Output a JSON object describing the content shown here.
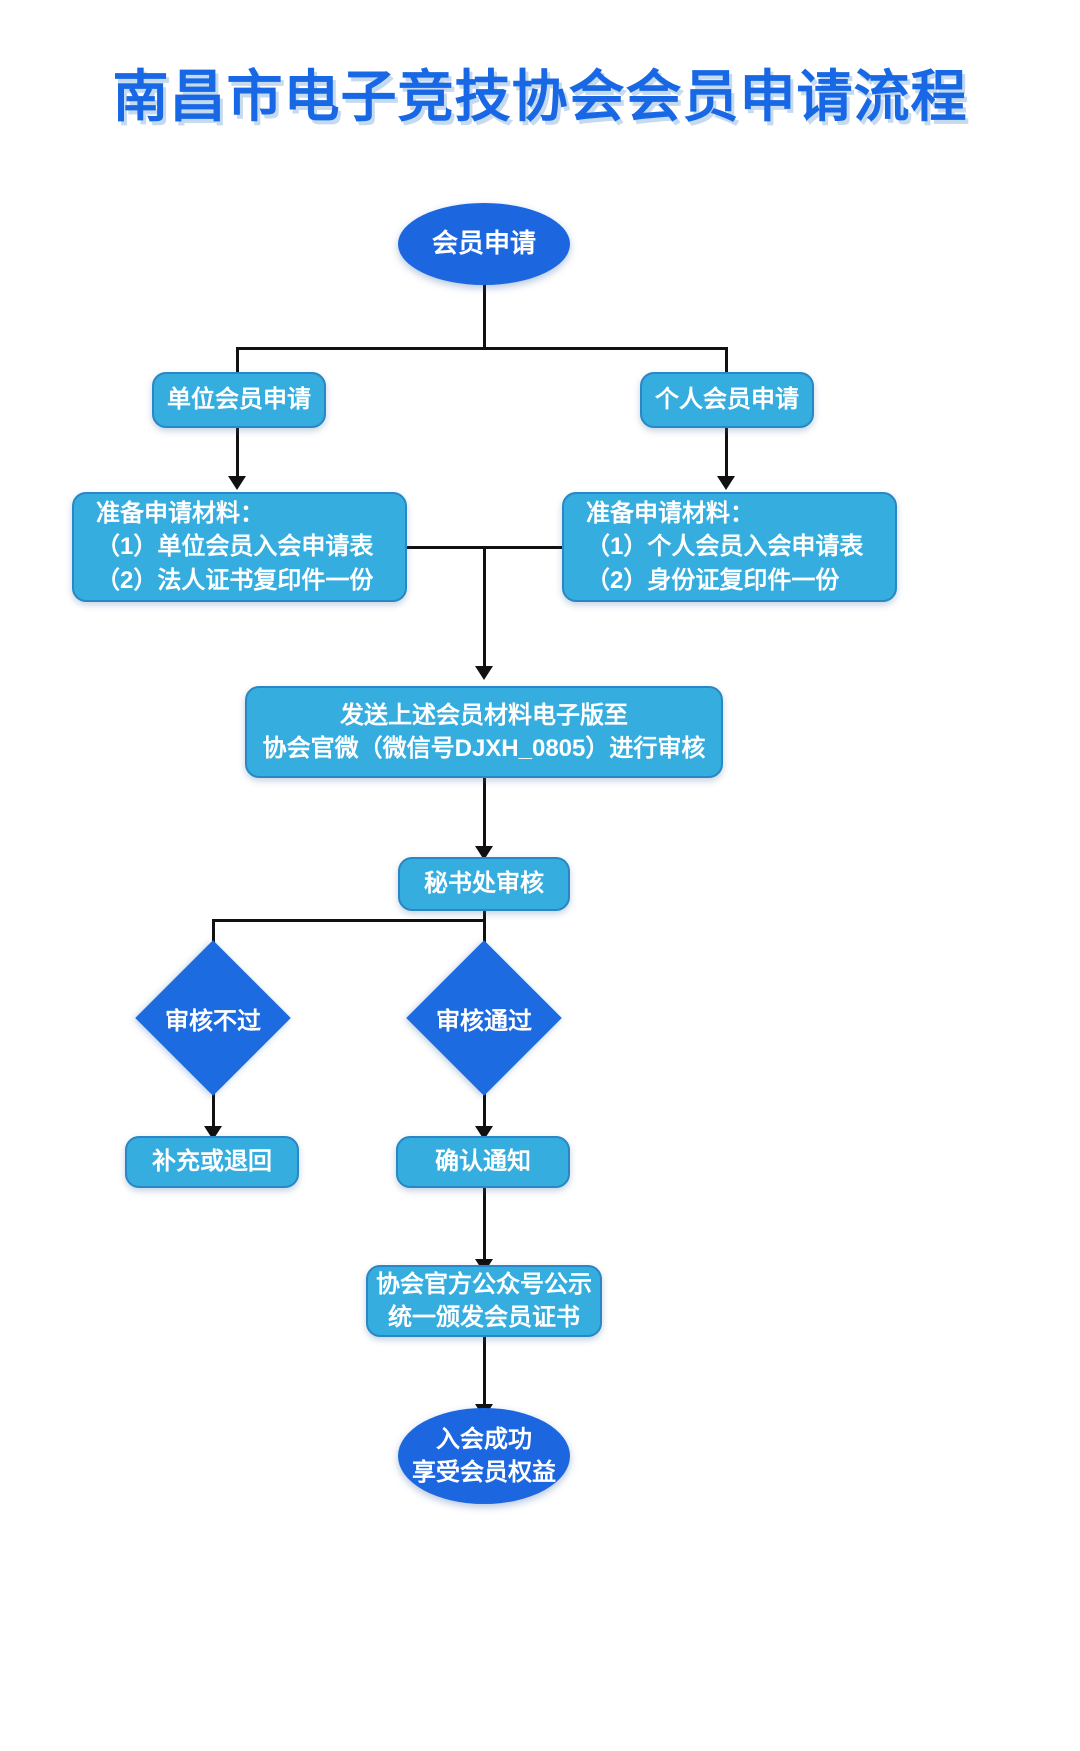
{
  "page": {
    "title": "南昌市电子竞技协会会员申请流程",
    "accent_dark": "#1C66DF",
    "accent_light": "#35ADDF",
    "background": "#FFFFFF",
    "line_color": "#111111",
    "text_color": "#FFFFFF"
  },
  "nodes": {
    "start": "会员申请",
    "branch_org": "单位会员申请",
    "branch_person": "个人会员申请",
    "materials_org": "准备申请材料：\n（1）单位会员入会申请表\n（2）法人证书复印件一份",
    "materials_person": "准备申请材料：\n（1）个人会员入会申请表\n（2）身份证复印件一份",
    "submit": "发送上述会员材料电子版至\n协会官微（微信号DJXH_0805）进行审核",
    "review": "秘书处审核",
    "decision_fail": "审核不过",
    "decision_pass": "审核通过",
    "result_fail": "补充或退回",
    "result_pass": "确认通知",
    "publicize": "协会官方公众号公示\n统一颁发会员证书",
    "end": "入会成功\n享受会员权益"
  }
}
